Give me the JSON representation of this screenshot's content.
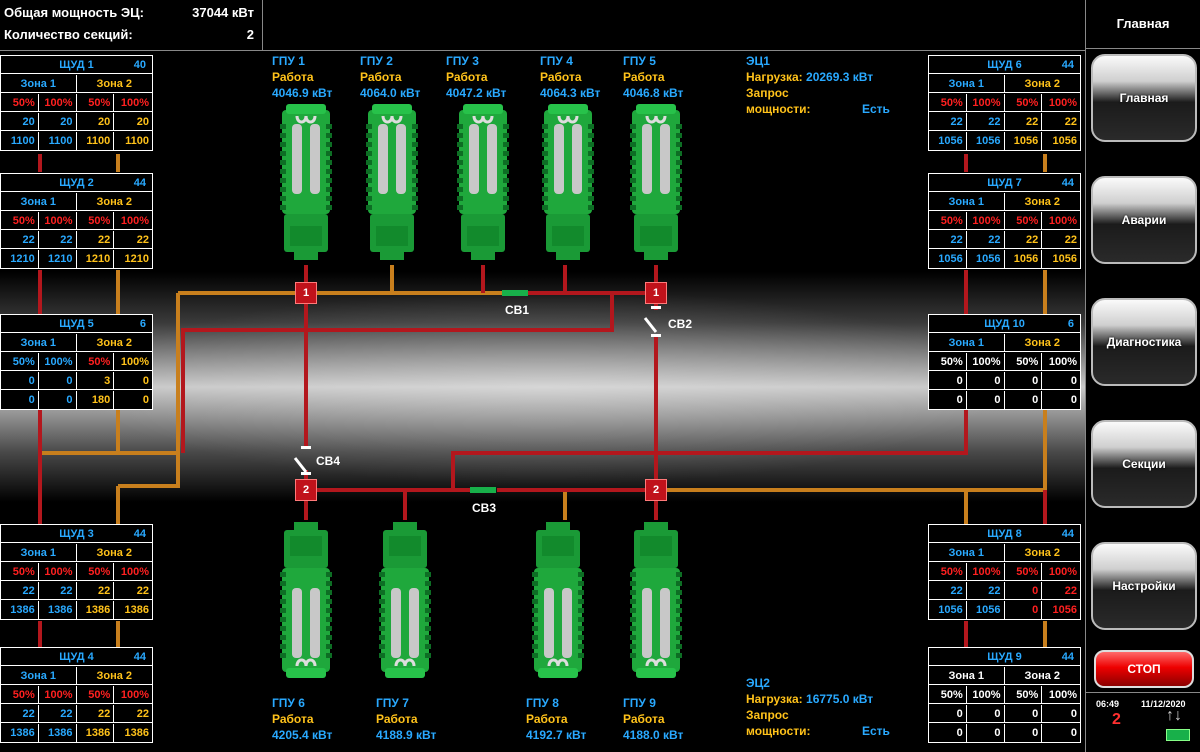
{
  "header": {
    "total_power_label": "Общая мощность ЭЦ:",
    "total_power_value": "37044 кВт",
    "sections_label": "Количество секций:",
    "sections_value": "2"
  },
  "sidebar": {
    "title": "Главная",
    "buttons": [
      "Главная",
      "Аварии",
      "Диагностика",
      "Секции",
      "Настройки"
    ],
    "stop_label": "СТОП",
    "time": "06:49",
    "date": "11/12/2020",
    "alarm_count": "2"
  },
  "ec1": {
    "name": "ЭЦ1",
    "load_label": "Нагрузка:",
    "load_value": "20269.3 кВт",
    "req_label1": "Запрос",
    "req_label2": "мощности:",
    "req_value": "Есть"
  },
  "ec2": {
    "name": "ЭЦ2",
    "load_label": "Нагрузка:",
    "load_value": "16775.0 кВт",
    "req_label1": "Запрос",
    "req_label2": "мощности:",
    "req_value": "Есть"
  },
  "gpu_top": [
    {
      "name": "ГПУ 1",
      "status": "Работа",
      "power": "4046.9 кВт"
    },
    {
      "name": "ГПУ 2",
      "status": "Работа",
      "power": "4064.0 кВт"
    },
    {
      "name": "ГПУ 3",
      "status": "Работа",
      "power": "4047.2 кВт"
    },
    {
      "name": "ГПУ 4",
      "status": "Работа",
      "power": "4064.3 кВт"
    },
    {
      "name": "ГПУ 5",
      "status": "Работа",
      "power": "4046.8 кВт"
    }
  ],
  "gpu_bottom": [
    {
      "name": "ГПУ 6",
      "status": "Работа",
      "power": "4205.4 кВт"
    },
    {
      "name": "ГПУ 7",
      "status": "Работа",
      "power": "4188.9 кВт"
    },
    {
      "name": "ГПУ 8",
      "status": "Работа",
      "power": "4192.7 кВт"
    },
    {
      "name": "ГПУ 9",
      "status": "Работа",
      "power": "4188.0 кВт"
    }
  ],
  "breakers": {
    "cb1": "CB1",
    "cb2": "CB2",
    "cb3": "CB3",
    "cb4": "CB4",
    "node_top": "1",
    "node_bottom": "2"
  },
  "shud": [
    {
      "title": "ЩУД 1",
      "num": "40",
      "zone1": "Зона 1",
      "zone2": "Зона 2",
      "rows": [
        [
          "50%",
          "100%",
          "50%",
          "100%"
        ],
        [
          "20",
          "20",
          "20",
          "20"
        ],
        [
          "1100",
          "1100",
          "1100",
          "1100"
        ]
      ],
      "colors": [
        [
          "rd",
          "rd",
          "rd",
          "rd"
        ],
        [
          "bl",
          "bl",
          "yl",
          "yl"
        ],
        [
          "bl",
          "bl",
          "yl",
          "yl"
        ]
      ],
      "zcolors": [
        "bl",
        "yl"
      ]
    },
    {
      "title": "ЩУД 2",
      "num": "44",
      "zone1": "Зона 1",
      "zone2": "Зона 2",
      "rows": [
        [
          "50%",
          "100%",
          "50%",
          "100%"
        ],
        [
          "22",
          "22",
          "22",
          "22"
        ],
        [
          "1210",
          "1210",
          "1210",
          "1210"
        ]
      ],
      "colors": [
        [
          "rd",
          "rd",
          "rd",
          "rd"
        ],
        [
          "bl",
          "bl",
          "yl",
          "yl"
        ],
        [
          "bl",
          "bl",
          "yl",
          "yl"
        ]
      ],
      "zcolors": [
        "bl",
        "yl"
      ]
    },
    {
      "title": "ЩУД 5",
      "num": "6",
      "zone1": "Зона 1",
      "zone2": "Зона 2",
      "rows": [
        [
          "50%",
          "100%",
          "50%",
          "100%"
        ],
        [
          "0",
          "0",
          "3",
          "0"
        ],
        [
          "0",
          "0",
          "180",
          "0"
        ]
      ],
      "colors": [
        [
          "bl",
          "bl",
          "rd",
          "yl"
        ],
        [
          "bl",
          "bl",
          "yl",
          "yl"
        ],
        [
          "bl",
          "bl",
          "yl",
          "yl"
        ]
      ],
      "zcolors": [
        "bl",
        "yl"
      ]
    },
    {
      "title": "ЩУД 3",
      "num": "44",
      "zone1": "Зона 1",
      "zone2": "Зона 2",
      "rows": [
        [
          "50%",
          "100%",
          "50%",
          "100%"
        ],
        [
          "22",
          "22",
          "22",
          "22"
        ],
        [
          "1386",
          "1386",
          "1386",
          "1386"
        ]
      ],
      "colors": [
        [
          "rd",
          "rd",
          "rd",
          "rd"
        ],
        [
          "bl",
          "bl",
          "yl",
          "yl"
        ],
        [
          "bl",
          "bl",
          "yl",
          "yl"
        ]
      ],
      "zcolors": [
        "bl",
        "yl"
      ]
    },
    {
      "title": "ЩУД 4",
      "num": "44",
      "zone1": "Зона 1",
      "zone2": "Зона 2",
      "rows": [
        [
          "50%",
          "100%",
          "50%",
          "100%"
        ],
        [
          "22",
          "22",
          "22",
          "22"
        ],
        [
          "1386",
          "1386",
          "1386",
          "1386"
        ]
      ],
      "colors": [
        [
          "rd",
          "rd",
          "rd",
          "rd"
        ],
        [
          "bl",
          "bl",
          "yl",
          "yl"
        ],
        [
          "bl",
          "bl",
          "yl",
          "yl"
        ]
      ],
      "zcolors": [
        "bl",
        "yl"
      ]
    },
    {
      "title": "ЩУД 6",
      "num": "44",
      "zone1": "Зона 1",
      "zone2": "Зона 2",
      "rows": [
        [
          "50%",
          "100%",
          "50%",
          "100%"
        ],
        [
          "22",
          "22",
          "22",
          "22"
        ],
        [
          "1056",
          "1056",
          "1056",
          "1056"
        ]
      ],
      "colors": [
        [
          "rd",
          "rd",
          "rd",
          "rd"
        ],
        [
          "bl",
          "bl",
          "yl",
          "yl"
        ],
        [
          "bl",
          "bl",
          "yl",
          "yl"
        ]
      ],
      "zcolors": [
        "bl",
        "yl"
      ]
    },
    {
      "title": "ЩУД 7",
      "num": "44",
      "zone1": "Зона 1",
      "zone2": "Зона 2",
      "rows": [
        [
          "50%",
          "100%",
          "50%",
          "100%"
        ],
        [
          "22",
          "22",
          "22",
          "22"
        ],
        [
          "1056",
          "1056",
          "1056",
          "1056"
        ]
      ],
      "colors": [
        [
          "rd",
          "rd",
          "rd",
          "rd"
        ],
        [
          "bl",
          "bl",
          "yl",
          "yl"
        ],
        [
          "bl",
          "bl",
          "yl",
          "yl"
        ]
      ],
      "zcolors": [
        "bl",
        "yl"
      ]
    },
    {
      "title": "ЩУД 10",
      "num": "6",
      "zone1": "Зона 1",
      "zone2": "Зона 2",
      "rows": [
        [
          "50%",
          "100%",
          "50%",
          "100%"
        ],
        [
          "0",
          "0",
          "0",
          "0"
        ],
        [
          "0",
          "0",
          "0",
          "0"
        ]
      ],
      "colors": [
        [
          "wh",
          "wh",
          "wh",
          "wh"
        ],
        [
          "wh",
          "wh",
          "wh",
          "wh"
        ],
        [
          "wh",
          "wh",
          "wh",
          "wh"
        ]
      ],
      "zcolors": [
        "bl",
        "yl"
      ]
    },
    {
      "title": "ЩУД 8",
      "num": "44",
      "zone1": "Зона 1",
      "zone2": "Зона 2",
      "rows": [
        [
          "50%",
          "100%",
          "50%",
          "100%"
        ],
        [
          "22",
          "22",
          "0",
          "22"
        ],
        [
          "1056",
          "1056",
          "0",
          "1056"
        ]
      ],
      "colors": [
        [
          "rd",
          "rd",
          "rd",
          "rd"
        ],
        [
          "bl",
          "bl",
          "rd",
          "rd"
        ],
        [
          "bl",
          "bl",
          "rd",
          "rd"
        ]
      ],
      "zcolors": [
        "bl",
        "yl"
      ]
    },
    {
      "title": "ЩУД 9",
      "num": "44",
      "zone1": "Зона 1",
      "zone2": "Зона 2",
      "rows": [
        [
          "50%",
          "100%",
          "50%",
          "100%"
        ],
        [
          "0",
          "0",
          "0",
          "0"
        ],
        [
          "0",
          "0",
          "0",
          "0"
        ]
      ],
      "colors": [
        [
          "wh",
          "wh",
          "wh",
          "wh"
        ],
        [
          "wh",
          "wh",
          "wh",
          "wh"
        ],
        [
          "wh",
          "wh",
          "wh",
          "wh"
        ]
      ],
      "zcolors": [
        "wh",
        "wh"
      ]
    }
  ],
  "colors": {
    "bus_red": "#b3171d",
    "bus_orange": "#c87f1d",
    "breaker_green": "#18b04a",
    "gen_green": "#1fa83c",
    "label_blue": "#29a9ff",
    "label_yellow": "#ffc21a"
  }
}
